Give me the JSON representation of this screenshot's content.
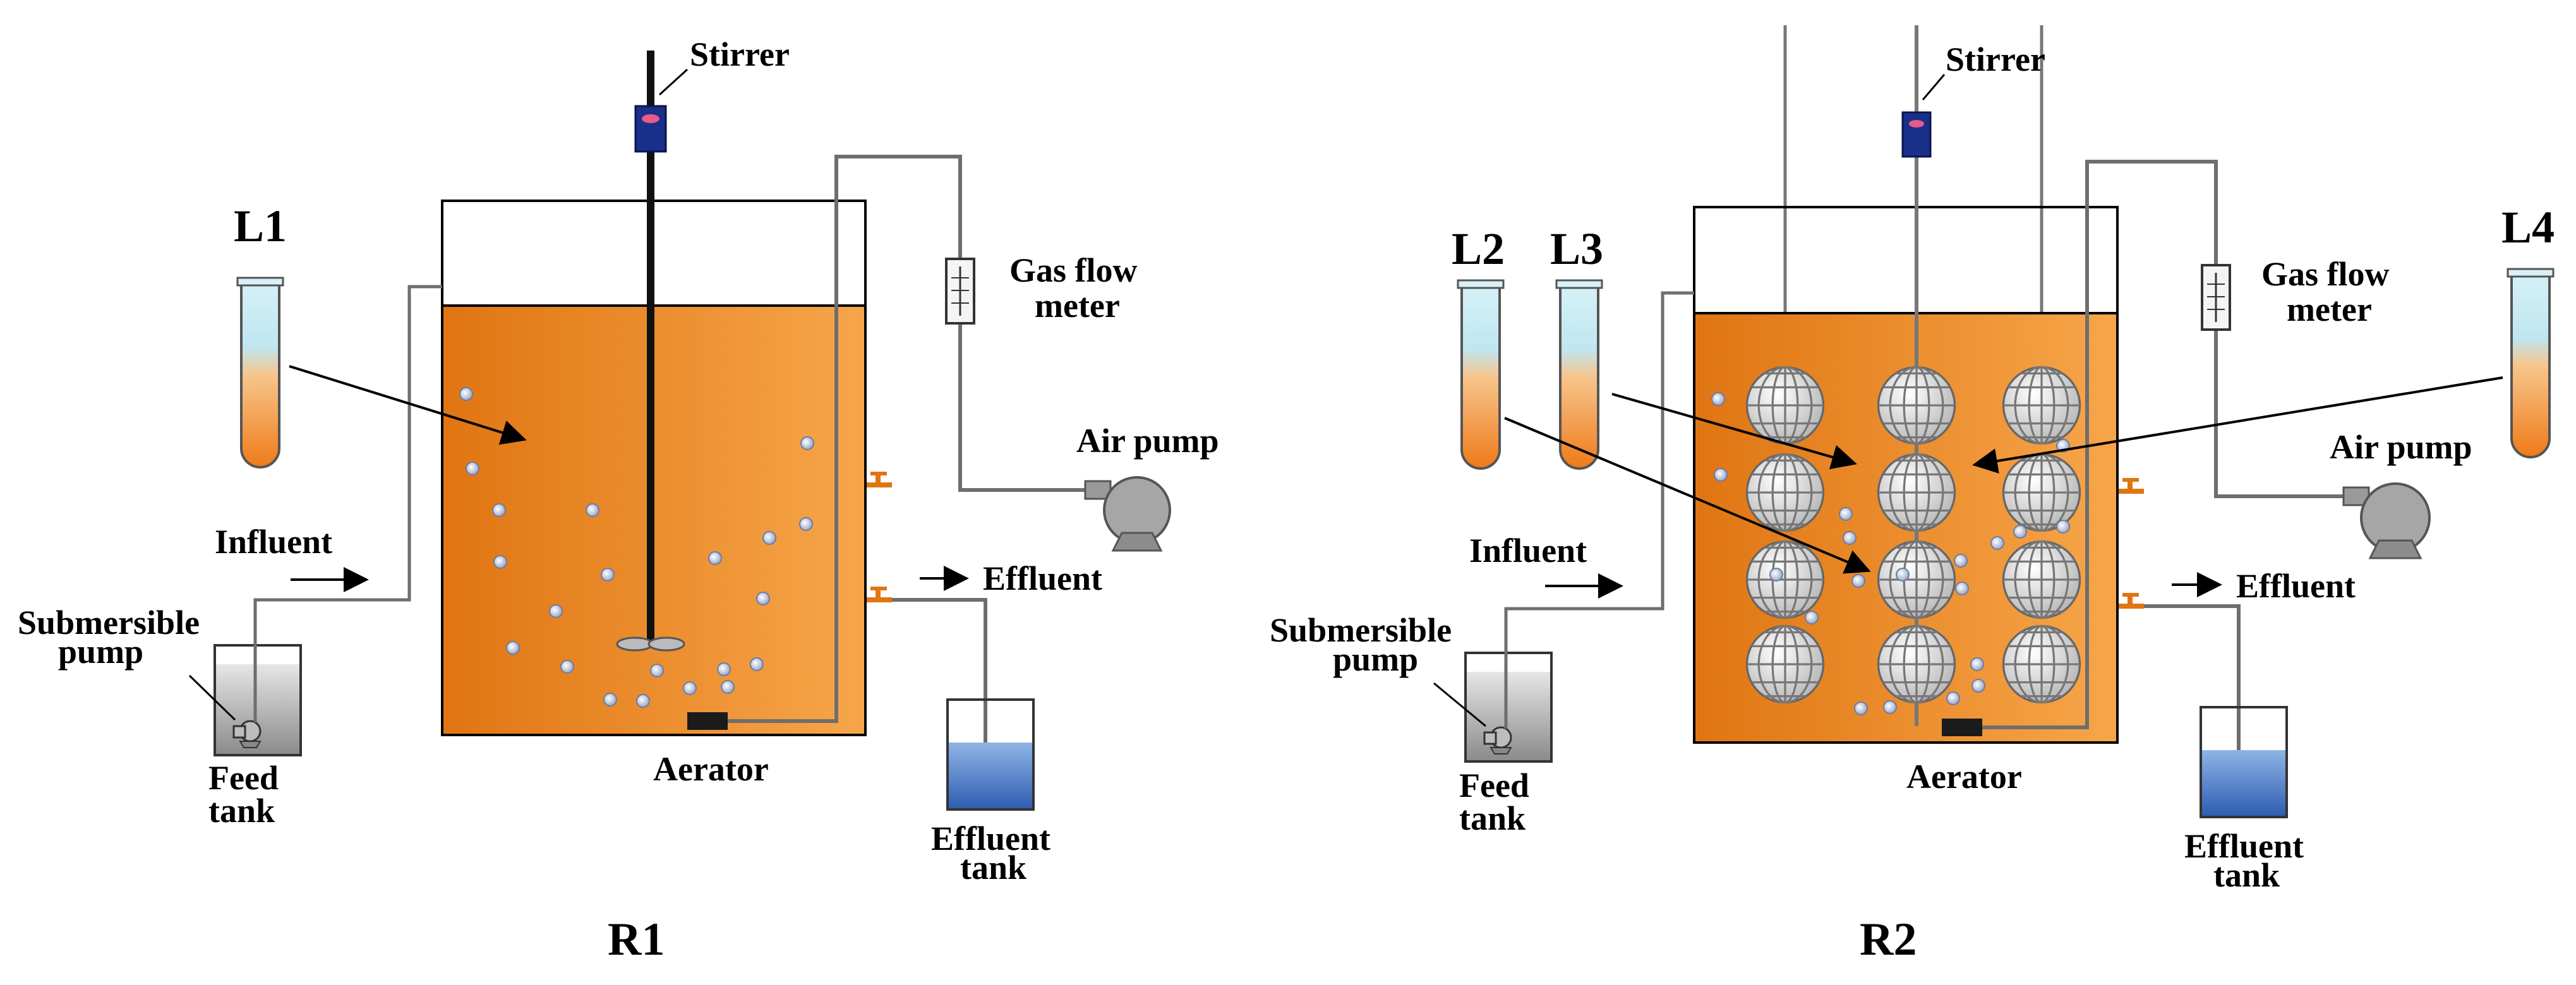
{
  "reactors": [
    {
      "title": "R1",
      "labels": {
        "stirrer": "Stirrer",
        "gas_flow_meter_1": "Gas flow",
        "gas_flow_meter_2": "meter",
        "air_pump": "Air pump",
        "influent": "Influent",
        "effluent": "Effluent",
        "submersible_pump_1": "Submersible",
        "submersible_pump_2": "pump",
        "feed_tank_1": "Feed",
        "feed_tank_2": "tank",
        "aerator": "Aerator",
        "effluent_tank_1": "Effluent",
        "effluent_tank_2": "tank"
      },
      "tubes": [
        "L1"
      ]
    },
    {
      "title": "R2",
      "labels": {
        "stirrer": "Stirrer",
        "gas_flow_meter_1": "Gas flow",
        "gas_flow_meter_2": "meter",
        "air_pump": "Air pump",
        "influent": "Influent",
        "effluent": "Effluent",
        "submersible_pump_1": "Submersible",
        "submersible_pump_2": "pump",
        "feed_tank_1": "Feed",
        "feed_tank_2": "tank",
        "aerator": "Aerator",
        "effluent_tank_1": "Effluent",
        "effluent_tank_2": "tank"
      },
      "tubes": [
        "L2",
        "L3",
        "L4"
      ]
    }
  ],
  "colors": {
    "liquid_light": "#f6a64a",
    "liquid_dark": "#e07512",
    "tube_top": "#c8ecf4",
    "tube_bottom": "#f07d1c",
    "effluent_water": "#4a78c8",
    "feed_liquid": "#a8a8a8",
    "stirrer_box": "#1a2f8a",
    "valve": "#e07512",
    "pipe": "#6e6e6e"
  }
}
